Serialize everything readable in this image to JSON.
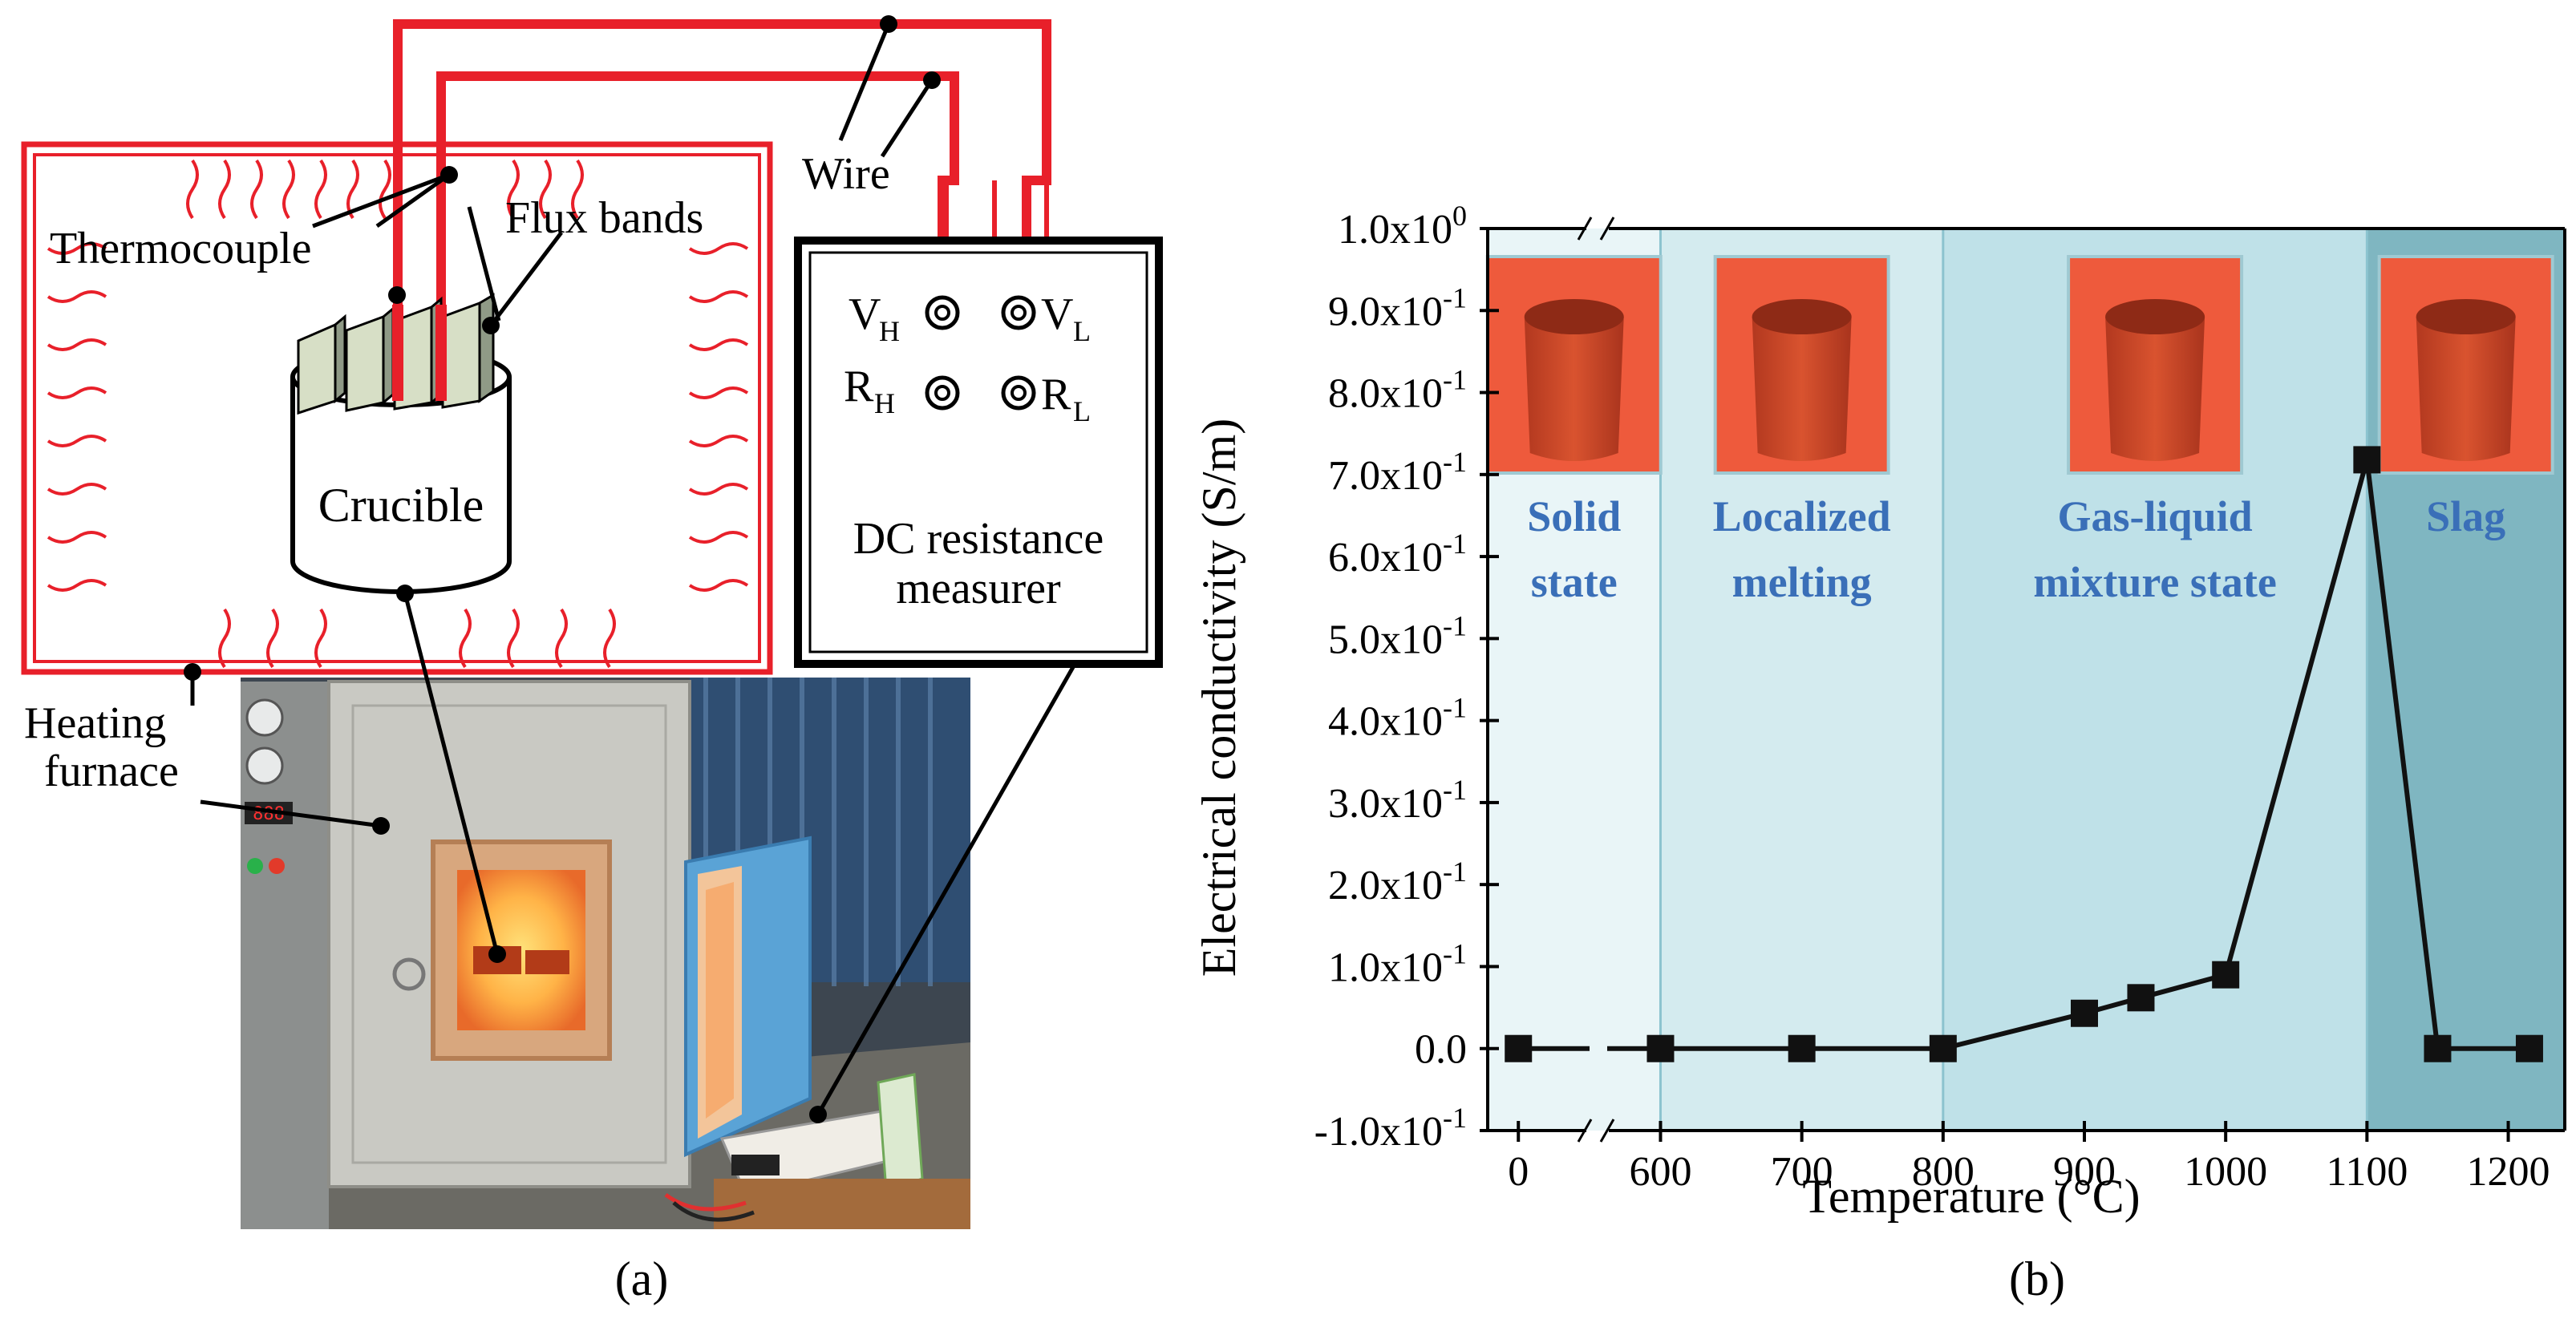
{
  "figure": {
    "panel_a": {
      "caption": "(a)",
      "labels": {
        "wire": "Wire",
        "thermocouple": "Thermocouple",
        "flux_bands": "Flux bands",
        "crucible": "Crucible",
        "heating_furnace": [
          "Heating",
          "furnace"
        ],
        "dc_measurer": [
          "DC resistance",
          "measurer"
        ],
        "terminals": {
          "vh_main": "V",
          "vh_sub": "H",
          "vl_main": "V",
          "vl_sub": "L",
          "rh_main": "R",
          "rh_sub": "H",
          "rl_main": "R",
          "rl_sub": "L"
        }
      },
      "colors": {
        "wire": "#e8202a",
        "line": "#000000"
      }
    },
    "panel_b": {
      "caption": "(b)"
    }
  },
  "chart_data": {
    "type": "line",
    "xlabel": "Temperature (°C)",
    "ylabel": "Electrical conductivity (S/m)",
    "ylim": [
      -0.1,
      1.0
    ],
    "xlim": [
      -25,
      1240
    ],
    "x_break": [
      0,
      600
    ],
    "y_ticks": [
      {
        "value": -0.1,
        "mant": "-1.0x10",
        "exp": "-1"
      },
      {
        "value": 0.0,
        "mant": "0.0",
        "exp": ""
      },
      {
        "value": 0.1,
        "mant": "1.0x10",
        "exp": "-1"
      },
      {
        "value": 0.2,
        "mant": "2.0x10",
        "exp": "-1"
      },
      {
        "value": 0.3,
        "mant": "3.0x10",
        "exp": "-1"
      },
      {
        "value": 0.4,
        "mant": "4.0x10",
        "exp": "-1"
      },
      {
        "value": 0.5,
        "mant": "5.0x10",
        "exp": "-1"
      },
      {
        "value": 0.6,
        "mant": "6.0x10",
        "exp": "-1"
      },
      {
        "value": 0.7,
        "mant": "7.0x10",
        "exp": "-1"
      },
      {
        "value": 0.8,
        "mant": "8.0x10",
        "exp": "-1"
      },
      {
        "value": 0.9,
        "mant": "9.0x10",
        "exp": "-1"
      },
      {
        "value": 1.0,
        "mant": "1.0x10",
        "exp": "0"
      }
    ],
    "x_ticks": [
      "0",
      "600",
      "700",
      "800",
      "900",
      "1000",
      "1100",
      "1200"
    ],
    "series": [
      {
        "x": [
          0,
          600,
          700,
          800,
          900,
          940,
          1000,
          1100,
          1150,
          1215
        ],
        "y": [
          0.0,
          0.0,
          0.0,
          0.0,
          0.043,
          0.062,
          0.09,
          0.718,
          0.0,
          0.0
        ]
      }
    ],
    "regions": [
      {
        "label": [
          "Solid",
          "state"
        ],
        "x": [
          -25,
          600
        ],
        "color": "#e9f5f7"
      },
      {
        "label": [
          "Localized",
          "melting"
        ],
        "x": [
          600,
          800
        ],
        "color": "#d4ebef"
      },
      {
        "label": [
          "Gas-liquid",
          "mixture state"
        ],
        "x": [
          800,
          1100
        ],
        "color": "#bfe1e8"
      },
      {
        "label": [
          "Slag"
        ],
        "x": [
          1100,
          1240
        ],
        "color": "#7fb6c1"
      }
    ],
    "label_color": "#3a6fb8",
    "marker_color": "#111111"
  }
}
